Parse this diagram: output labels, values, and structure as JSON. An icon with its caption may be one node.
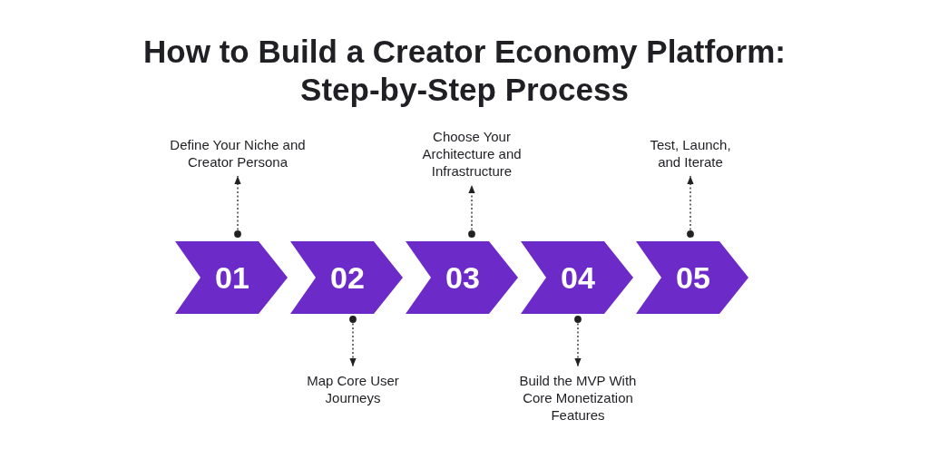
{
  "diagram": {
    "title": "How to Build a Creator Economy Platform: Step-by-Step Process",
    "nodes": [
      {
        "text": [
          "Define Your Niche and Creator Persona"
        ]
      },
      {
        "text": [
          "Choose Your Architecture and Infrastructure"
        ]
      },
      {
        "text": [
          "Test, Launch, and Iterate"
        ]
      },
      {
        "text": [
          "01"
        ]
      },
      {
        "text": [
          "02"
        ]
      },
      {
        "text": [
          "03"
        ]
      },
      {
        "text": [
          "04"
        ]
      },
      {
        "text": [
          "05"
        ]
      },
      {
        "text": [
          "Map Core User Journeys"
        ]
      },
      {
        "text": [
          "Build the MVP With Core Monetization Features"
        ]
      }
    ],
    "edges": [
      {
        "from": 3,
        "to": 0,
        "arrow": "to",
        "style": "dashed"
      },
      {
        "from": 5,
        "to": 1,
        "arrow": "to",
        "style": "dashed"
      },
      {
        "from": 7,
        "to": 2,
        "arrow": "to",
        "style": "dashed"
      },
      {
        "from": 4,
        "to": 8,
        "arrow": "to",
        "style": "dashed"
      },
      {
        "from": 6,
        "to": 9,
        "arrow": "to",
        "style": "dashed"
      }
    ]
  }
}
